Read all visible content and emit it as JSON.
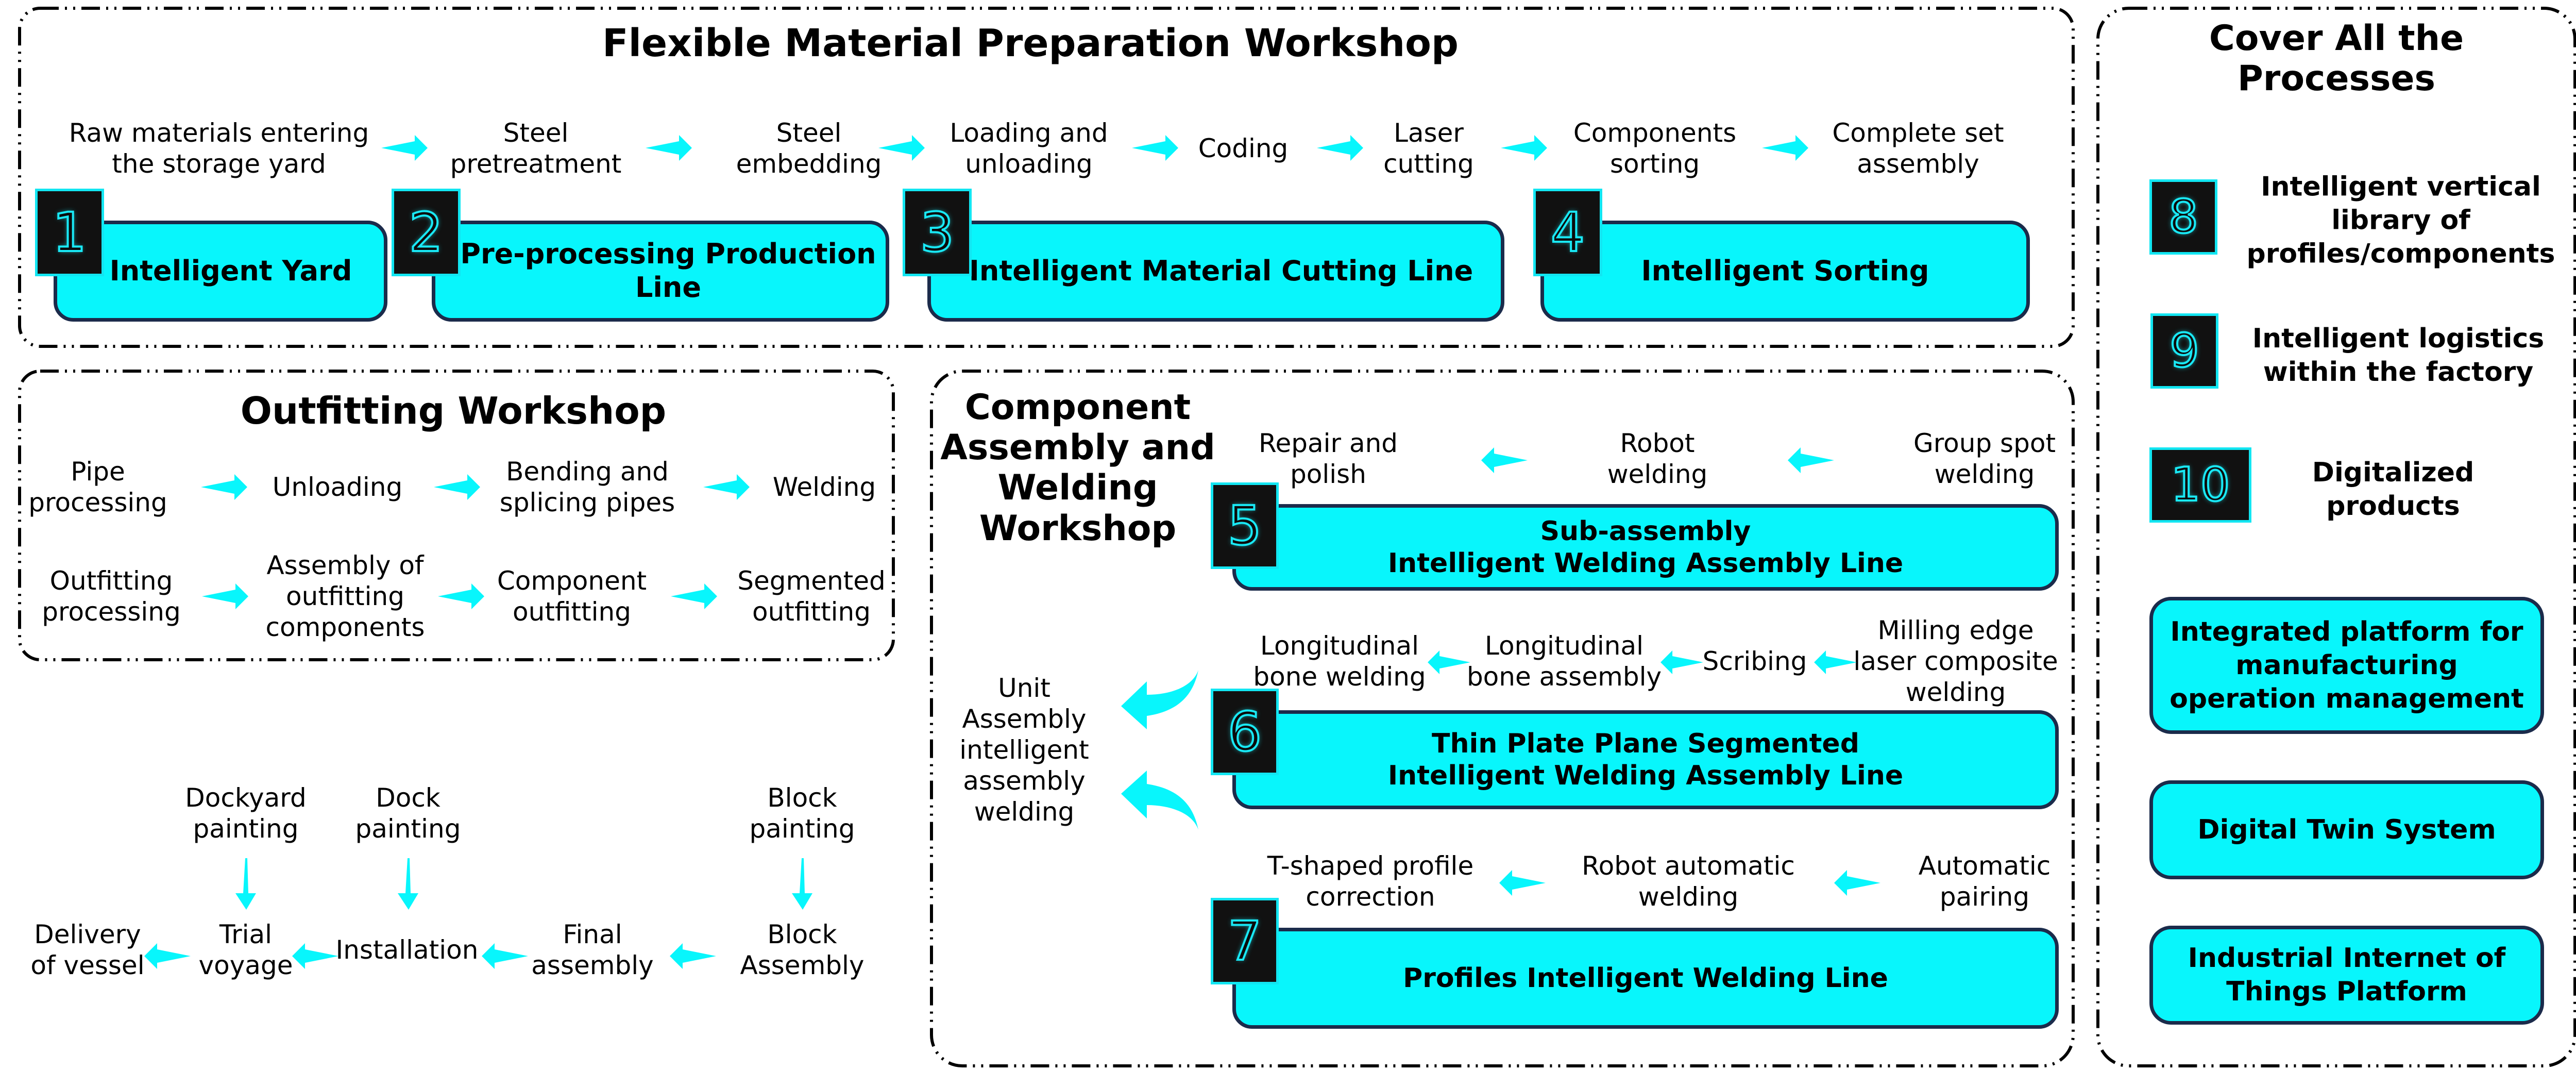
{
  "colors": {
    "accent": "#08f6fc",
    "box_border": "#1b2b4b",
    "badge_bg": "#111111",
    "badge_glow": "#19e9f6",
    "frame": "#000000"
  },
  "flexible_workshop": {
    "title": "Flexible Material Preparation Workshop",
    "steps": [
      "Raw materials entering\nthe storage yard",
      "Steel\npretreatment",
      "Steel\nembedding",
      "Loading and\nunloading",
      "Coding",
      "Laser\ncutting",
      "Components\nsorting",
      "Complete set\nassembly"
    ],
    "lines": [
      {
        "number": "1",
        "label": "Intelligent Yard"
      },
      {
        "number": "2",
        "label": "Pre-processing Production\nLine"
      },
      {
        "number": "3",
        "label": "Intelligent Material Cutting Line"
      },
      {
        "number": "4",
        "label": "Intelligent Sorting"
      }
    ]
  },
  "outfitting_workshop": {
    "title": "Outfitting Workshop",
    "row1": [
      "Pipe\nprocessing",
      "Unloading",
      "Bending and\nsplicing pipes",
      "Welding"
    ],
    "row2": [
      "Outfitting\nprocessing",
      "Assembly of\noutfitting\ncomponents",
      "Component\noutfitting",
      "Segmented\noutfitting"
    ]
  },
  "final_flow": {
    "top": [
      "Dockyard\npainting",
      "Dock\npainting",
      "Block\npainting"
    ],
    "bottom": [
      "Delivery\nof vessel",
      "Trial\nvoyage",
      "Installation",
      "Final\nassembly",
      "Block\nAssembly"
    ]
  },
  "component_workshop": {
    "title": "Component\nAssembly and\nWelding\nWorkshop",
    "unit_label": "Unit\nAssembly\nintelligent\nassembly\nwelding",
    "line5": {
      "number": "5",
      "label": "Sub-assembly\nIntelligent Welding Assembly Line",
      "steps": [
        "Repair and\npolish",
        "Robot\nwelding",
        "Group spot\nwelding"
      ]
    },
    "line6": {
      "number": "6",
      "label": "Thin Plate Plane Segmented\nIntelligent Welding Assembly Line",
      "steps": [
        "Longitudinal\nbone welding",
        "Longitudinal\nbone assembly",
        "Scribing",
        "Milling edge\nlaser composite\nwelding"
      ]
    },
    "line7": {
      "number": "7",
      "label": "Profiles Intelligent Welding Line",
      "steps": [
        "T-shaped profile\ncorrection",
        "Robot automatic\nwelding",
        "Automatic\npairing"
      ]
    }
  },
  "cover_panel": {
    "title": "Cover All the\nProcesses",
    "items": [
      {
        "number": "8",
        "label": "Intelligent vertical\nlibrary of\nprofiles/components"
      },
      {
        "number": "9",
        "label": "Intelligent logistics\nwithin the factory"
      },
      {
        "number": "10",
        "label": "Digitalized\nproducts"
      }
    ],
    "platforms": [
      "Integrated platform for\nmanufacturing\noperation management",
      "Digital Twin System",
      "Industrial Internet of\nThings Platform"
    ]
  }
}
